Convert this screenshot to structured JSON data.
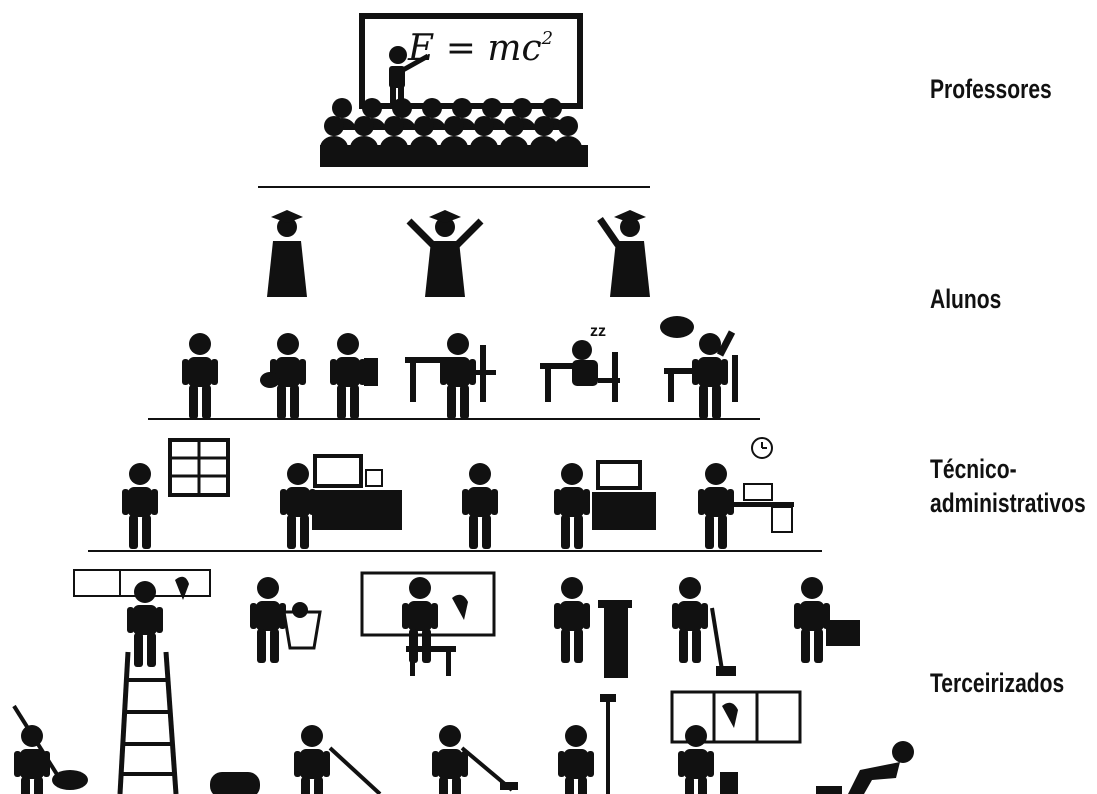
{
  "tiers": {
    "professores": "Professores",
    "alunos": "Alunos",
    "tecnico_line1": "Técnico-",
    "tecnico_line2": "administrativos",
    "terceirizados": "Terceirizados"
  },
  "blackboard": {
    "formula": "E = mc",
    "exponent": "2"
  },
  "icons": {
    "professor": "professor-lecturing-icon",
    "audience": "lecture-audience-icon",
    "graduate": "graduate-icon",
    "student": "student-icon",
    "clerk": "office-clerk-icon",
    "worker": "cleaning-worker-icon"
  },
  "colors": {
    "ink": "#111111",
    "background": "#ffffff"
  }
}
